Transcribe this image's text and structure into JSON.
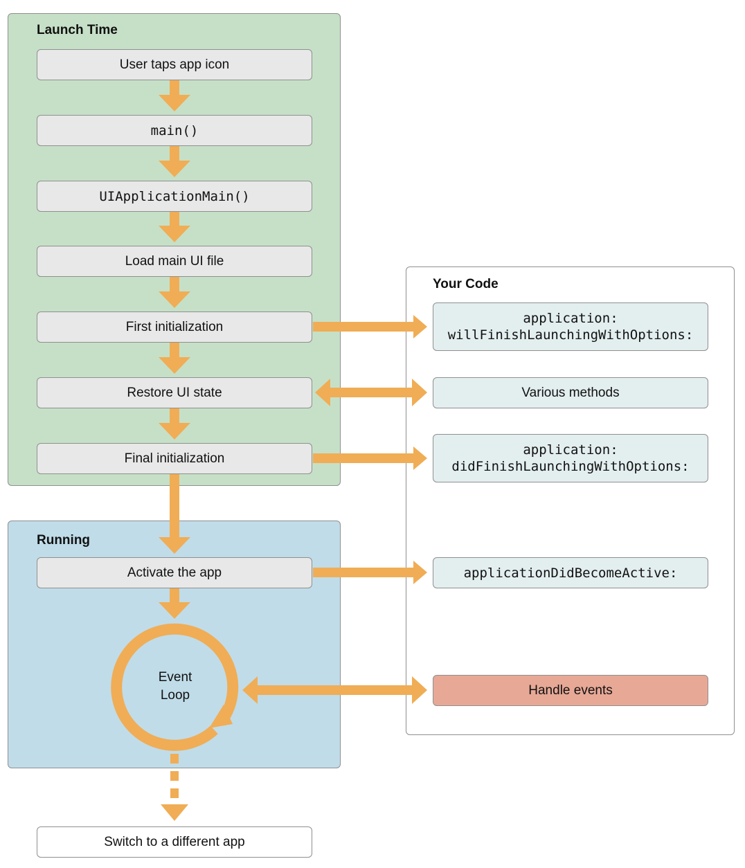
{
  "colors": {
    "arrow": "#f0ad55",
    "launch_bg": "#c6e0c7",
    "running_bg": "#c0dce9",
    "step_bg": "#e7e8e7",
    "code_bg": "#e3eeef",
    "handle_events_bg": "#e7a896"
  },
  "launch_time": {
    "title": "Launch Time",
    "steps": [
      "User taps app icon",
      "main()",
      "UIApplicationMain()",
      "Load main UI file",
      "First initialization",
      "Restore UI state",
      "Final initialization"
    ]
  },
  "running": {
    "title": "Running",
    "activate": "Activate the app",
    "event_loop": [
      "Event",
      "Loop"
    ]
  },
  "your_code": {
    "title": "Your Code",
    "will_finish": [
      "application:",
      "willFinishLaunchingWithOptions:"
    ],
    "various": "Various methods",
    "did_finish": [
      "application:",
      "didFinishLaunchingWithOptions:"
    ],
    "did_become_active": "applicationDidBecomeActive:",
    "handle_events": "Handle events"
  },
  "final": {
    "label": "Switch to a different app"
  }
}
